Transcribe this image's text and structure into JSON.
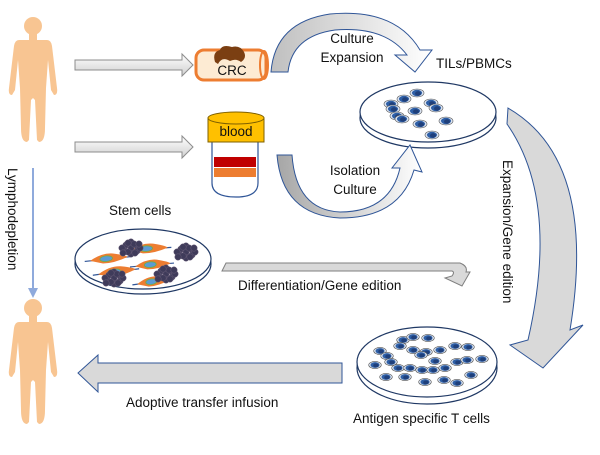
{
  "colors": {
    "skin": "#F8C592",
    "arrow_fill": "#D9D9D9",
    "arrow_stroke": "#2F5597",
    "dish_stroke": "#1F3864",
    "cell_dark": "#1F3F7A",
    "cell_mid": "#2E5FA6",
    "tumor_brown": "#7B3F12",
    "tube_orange": "#ED7D31",
    "tube_fill": "#FDEBD3",
    "cap_yellow": "#FFC000",
    "blood_red": "#C00000",
    "crc_green": "#375623",
    "lympho_line": "#8FAADC"
  },
  "labels": {
    "crc": "CRC",
    "blood": "blood",
    "culture_expansion_line1": "Culture",
    "culture_expansion_line2": "Expansion",
    "tils_pbmcs": "TILs/PBMCs",
    "isolation_culture_line1": "Isolation",
    "isolation_culture_line2": "Culture",
    "expansion_gene_edition": "Expansion/Gene edition",
    "stem_cells": "Stem cells",
    "differentiation": "Differentiation/Gene edition",
    "lymphodepletion": "Lymphodepletion",
    "adoptive_transfer": "Adoptive transfer infusion",
    "antigen_specific": "Antigen specific T cells"
  }
}
